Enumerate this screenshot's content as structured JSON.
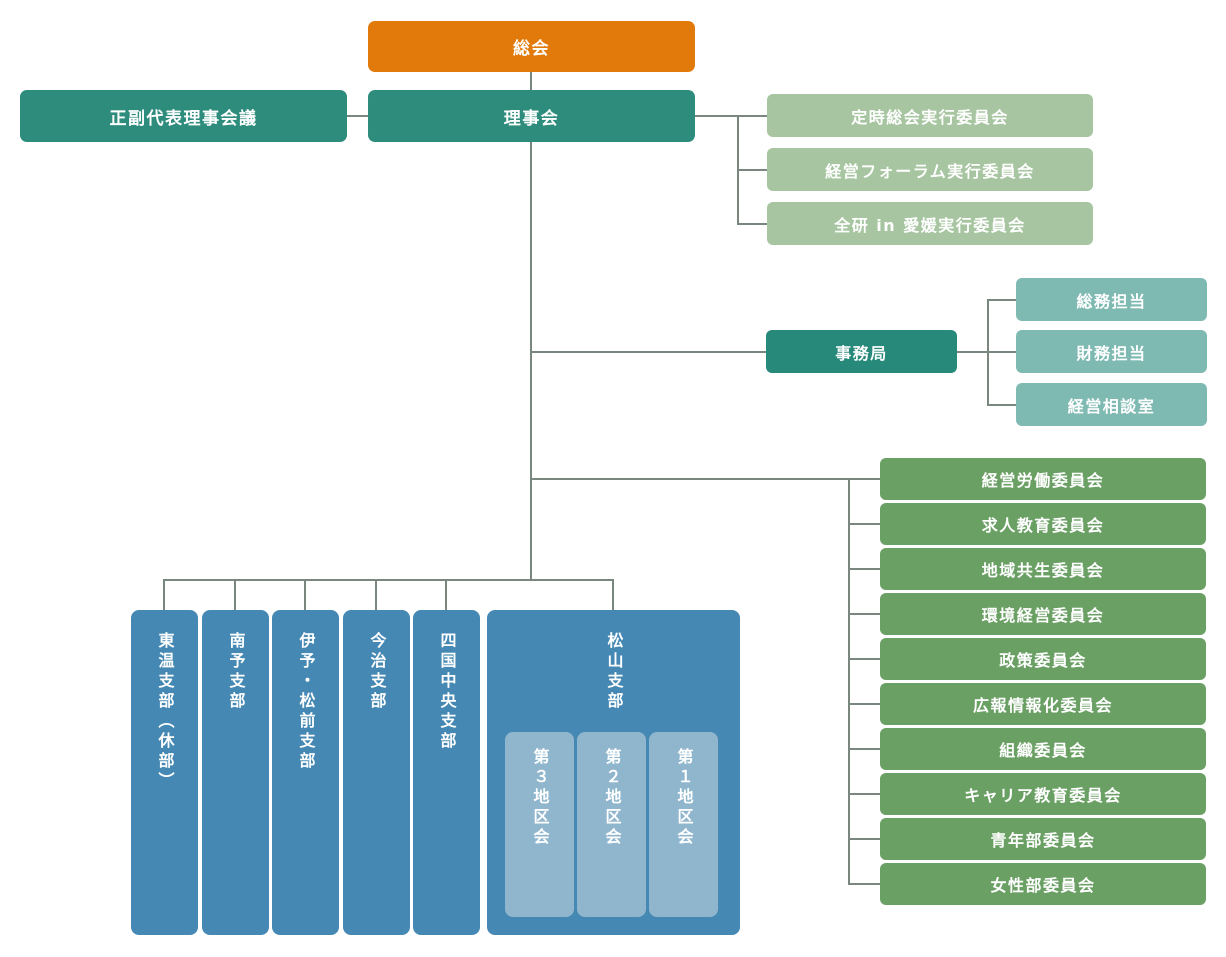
{
  "palette": {
    "orange": "#e17a0a",
    "teal": "#2e8c7d",
    "teal_dark": "#27897a",
    "light_green": "#a6c5a0",
    "light_teal": "#7fbab2",
    "green": "#6ba065",
    "blue": "#4588b3",
    "light_blue": "#90b6ce",
    "connector": "#79877f",
    "text": "#ffffff",
    "background": "#ffffff"
  },
  "nodes": {
    "general_meeting": "総会",
    "board": "理事会",
    "rep_directors_meeting": "正副代表理事会議",
    "exec_committees": [
      "定時総会実行委員会",
      "経営フォーラム実行委員会",
      "全研 in 愛媛実行委員会"
    ],
    "secretariat": "事務局",
    "secretariat_sections": [
      "総務担当",
      "財務担当",
      "経営相談室"
    ],
    "committees": [
      "経営労働委員会",
      "求人教育委員会",
      "地域共生委員会",
      "環境経営委員会",
      "政策委員会",
      "広報情報化委員会",
      "組織委員会",
      "キャリア教育委員会",
      "青年部委員会",
      "女性部委員会"
    ],
    "branches": [
      "東温支部（休部）",
      "南予支部",
      "伊予・松前支部",
      "今治支部",
      "四国中央支部"
    ],
    "matsuyama_branch": "松山支部",
    "district_meetings": [
      "第３地区会",
      "第２地区会",
      "第１地区会"
    ]
  }
}
